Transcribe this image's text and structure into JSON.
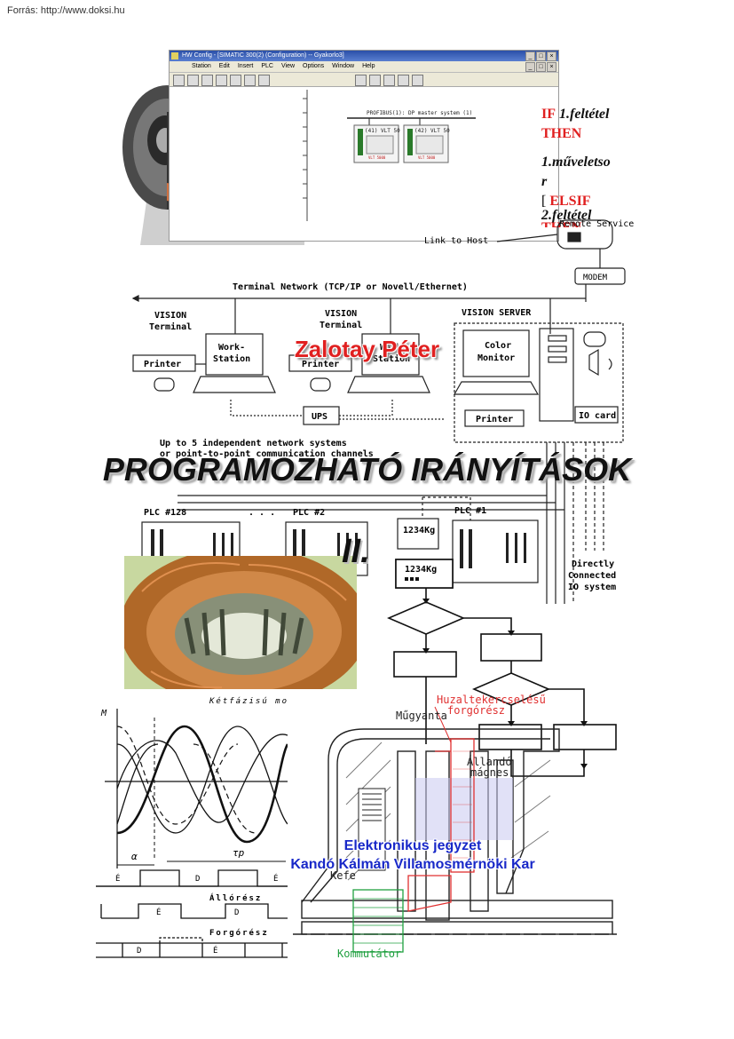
{
  "source_note": "Forrás: http://www.doksi.hu",
  "hw_config": {
    "title": "HW Config - [SIMATIC 300(2) (Configuration) -- Gyakorlo3]",
    "menu": [
      "Station",
      "Edit",
      "Insert",
      "PLC",
      "View",
      "Options",
      "Window",
      "Help"
    ],
    "win_buttons": [
      "_",
      "□",
      "×"
    ],
    "bus_label": "PROFIBUS(1): DP master system (1)",
    "device1": "(41) VLT 50",
    "device2": "(42) VLT 50",
    "device_sub": "VLT 5000"
  },
  "code_snippet": {
    "if_kw": "IF",
    "cond1": "1.feltétel",
    "then1": "THEN",
    "op1a": "1.műveletso",
    "op1b": "r",
    "bracket": "[",
    "elsif_kw": "ELSIF",
    "cond2": "2.feltétel",
    "then2": "THEN"
  },
  "network": {
    "remote_service": "Remote Service",
    "link_to_host": "Link to Host",
    "modem": "MODEM",
    "terminal_network": "Terminal Network (TCP/IP or Novell/Ethernet)",
    "vision_terminal_1a": "VISION",
    "vision_terminal_1b": "Terminal",
    "vision_terminal_2a": "VISION",
    "vision_terminal_2b": "Terminal",
    "vision_server": "VISION SERVER",
    "workstation_a": "Work-",
    "workstation_b": "Station",
    "workstation2_a": "Work",
    "workstation2_b": "Station",
    "printer": "Printer",
    "color_monitor_a": "Color",
    "color_monitor_b": "Monitor",
    "ups": "UPS",
    "io_card": "IO card",
    "networks_note_a": "Up to 5 independent network systems",
    "networks_note_b": "or point-to-point communication channels",
    "plc128": "PLC #128",
    "dots": ". . .",
    "plc2": "PLC #2",
    "plc1": "PLC #1",
    "weight1": "1234Kg",
    "weight2": "1234Kg",
    "direct_a": "Directly",
    "direct_b": "Connected",
    "direct_c": "IO system"
  },
  "author": "Zalotay Péter",
  "title": "PROGRAMOZHATÓ IRÁNYÍTÁSOK",
  "part": "II.",
  "motor_diagram": {
    "title": "Kétfázisú mo",
    "axis_m": "M",
    "alpha": "α",
    "tau": "τp",
    "row1": [
      "É",
      "D",
      "É"
    ],
    "row1_label": "Állórész",
    "row2": [
      "É",
      "D"
    ],
    "row2_label": "Forgórész",
    "row3": [
      "D",
      "É"
    ]
  },
  "motor_section": {
    "mugyanta": "Műgyanta",
    "coil_a": "Huzaltekercselésű",
    "coil_b": "forgórész",
    "magnet_a": "Állandó",
    "magnet_b": "mágnes",
    "kefe": "Kefe",
    "kommutator": "Kommutátor"
  },
  "ej_line1": "Elektronikus jegyzet",
  "ej_line2": "Kandó Kálmán Villamosmérnöki Kar",
  "colors": {
    "accent_red": "#e02020",
    "accent_blue": "#1828c8",
    "coil_red": "#e03030",
    "coil_green": "#20a040"
  }
}
